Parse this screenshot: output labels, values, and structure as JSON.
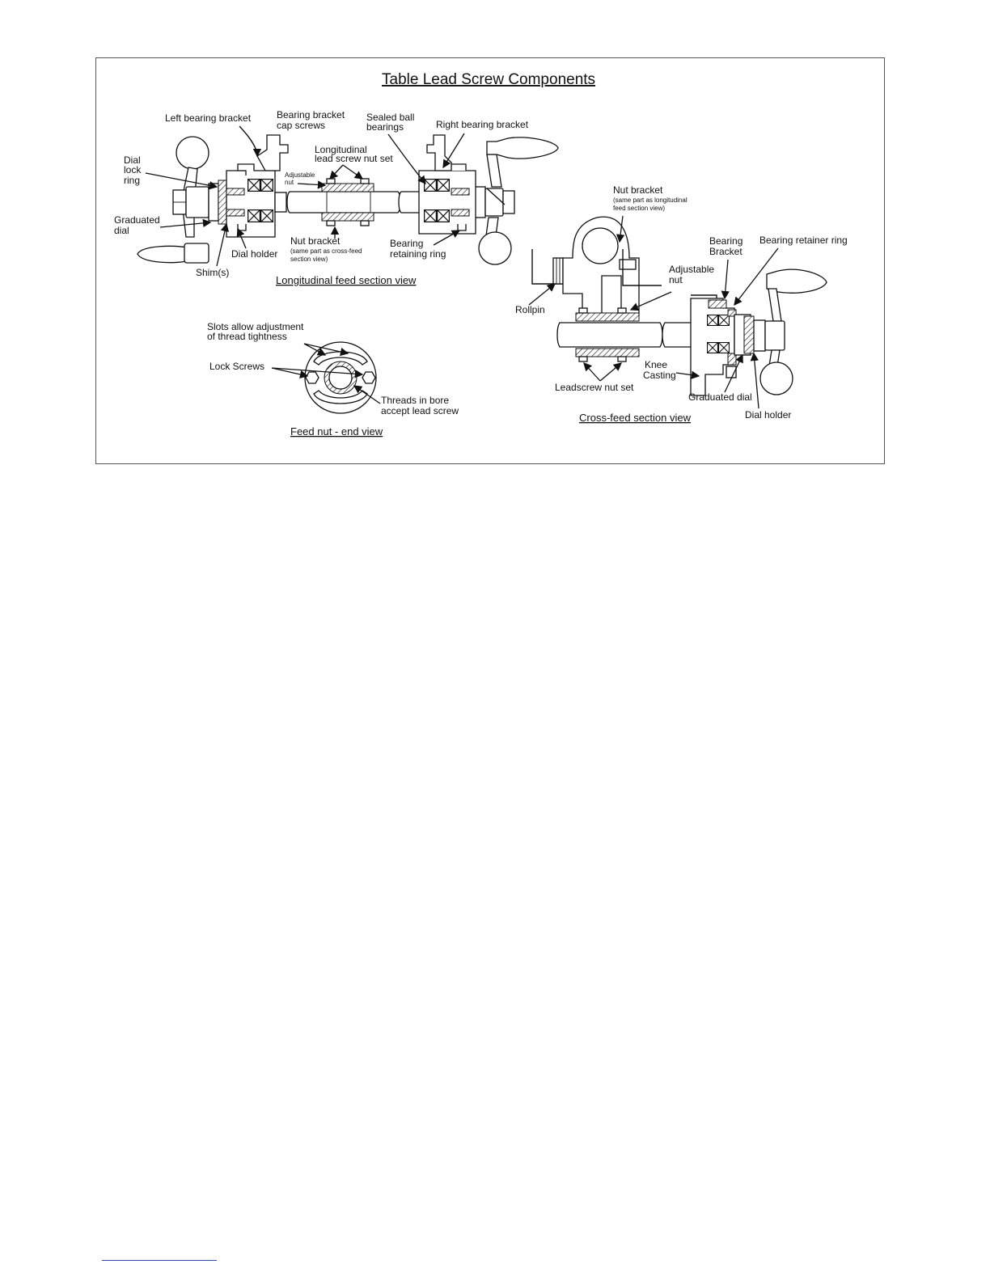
{
  "figure": {
    "title": "Table Lead Screw Components",
    "captions": {
      "longitudinal": "Longitudinal feed section view",
      "crossfeed": "Cross-feed section view",
      "feednut": "Feed nut - end view"
    },
    "labels": {
      "left_bearing_bracket": "Left bearing bracket",
      "bearing_bracket_cap_screws_1": "Bearing bracket",
      "bearing_bracket_cap_screws_2": "cap screws",
      "sealed_ball_bearings_1": "Sealed ball",
      "sealed_ball_bearings_2": "bearings",
      "right_bearing_bracket": "Right bearing bracket",
      "dial_lock_ring_1": "Dial",
      "dial_lock_ring_2": "lock",
      "dial_lock_ring_3": "ring",
      "long_nut_set_1": "Longitudinal",
      "long_nut_set_2": "lead screw nut set",
      "adjustable_nut_small_1": "Adjustable",
      "adjustable_nut_small_2": "nut",
      "graduated_dial_1": "Graduated",
      "graduated_dial_2": "dial",
      "dial_holder": "Dial holder",
      "shims": "Shim(s)",
      "nut_bracket_long_1": "Nut bracket",
      "nut_bracket_long_2": "(same part as cross-feed",
      "nut_bracket_long_3": "section view)",
      "bearing_retaining_ring_1": "Bearing",
      "bearing_retaining_ring_2": "retaining ring",
      "nut_bracket_cross_1": "Nut bracket",
      "nut_bracket_cross_2": "(same part as longitudinal",
      "nut_bracket_cross_3": "feed section view)",
      "bearing_bracket_cross_1": "Bearing",
      "bearing_bracket_cross_2": "Bracket",
      "bearing_retainer_ring": "Bearing retainer ring",
      "adjustable_nut_cross_1": "Adjustable",
      "adjustable_nut_cross_2": "nut",
      "rollpin": "Rollpin",
      "knee_casting_1": "Knee",
      "knee_casting_2": "Casting",
      "leadscrew_nut_set": "Leadscrew nut set",
      "graduated_dial_cross": "Graduated dial",
      "dial_holder_cross": "Dial holder",
      "slots_1": "Slots allow adjustment",
      "slots_2": "of thread tightness",
      "lock_screws": "Lock Screws",
      "threads_1": "Threads in bore",
      "threads_2": "accept lead screw"
    }
  }
}
